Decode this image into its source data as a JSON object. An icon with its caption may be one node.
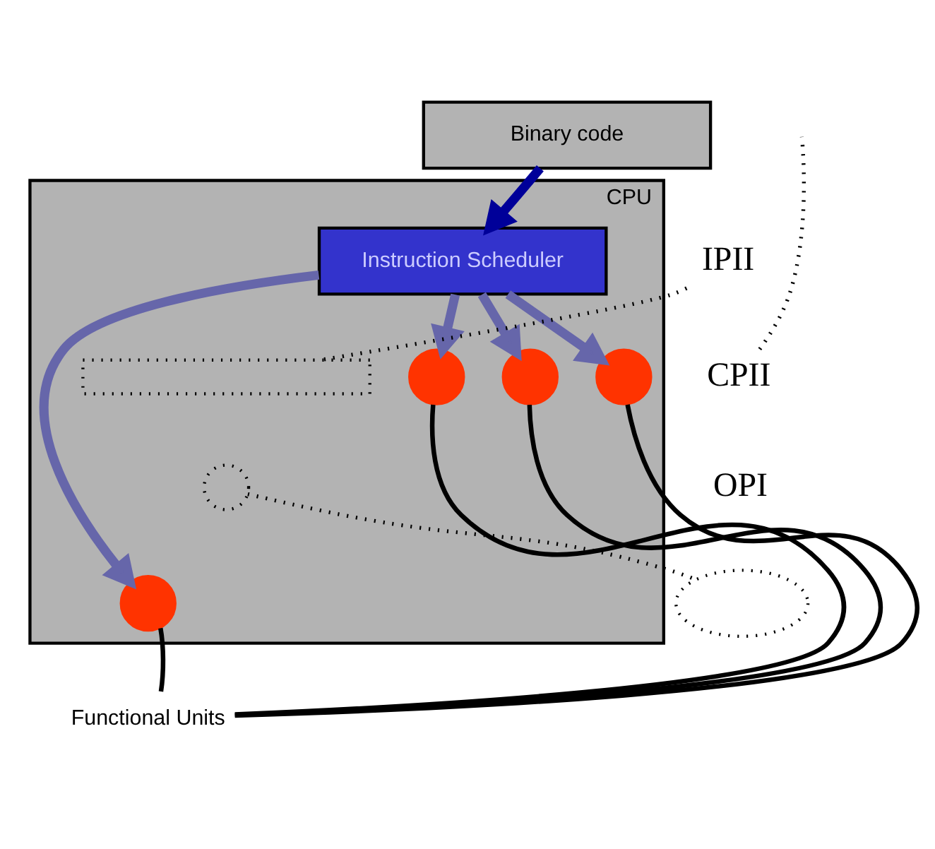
{
  "diagram": {
    "nodes": [
      {
        "text": [
          "Binary code"
        ]
      },
      {
        "text": [
          "CPU"
        ]
      },
      {
        "text": [
          "Instruction Scheduler"
        ],
        "in": 1
      },
      {
        "text": [],
        "shape": "box",
        "in": 1
      },
      {
        "text": [],
        "shape": "circle",
        "in": 1
      },
      {
        "text": [],
        "shape": "circle",
        "in": 1
      },
      {
        "text": [],
        "shape": "circle",
        "in": 1
      },
      {
        "text": [],
        "shape": "circle",
        "in": 1
      },
      {
        "text": [],
        "shape": "circle",
        "in": 1
      },
      {
        "text": [
          "Functional Units"
        ]
      },
      {
        "text": [
          "IPII"
        ]
      },
      {
        "text": [
          "CPII"
        ]
      },
      {
        "text": [
          "OPI"
        ]
      },
      {
        "text": [],
        "shape": "ellipse"
      }
    ],
    "edges": [
      {
        "from": 0,
        "to": 2,
        "arrow": "to",
        "style": "thick",
        "color": "#000099"
      },
      {
        "from": 2,
        "to": 5,
        "arrow": "to",
        "style": "thick",
        "color": "#6666aa"
      },
      {
        "from": 2,
        "to": 6,
        "arrow": "to",
        "style": "thick",
        "color": "#6666aa"
      },
      {
        "from": 2,
        "to": 7,
        "arrow": "to",
        "style": "thick",
        "color": "#6666aa"
      },
      {
        "from": 2,
        "to": 8,
        "arrow": "to",
        "style": "thick",
        "color": "#6666aa"
      },
      {
        "from": 9,
        "to": 5,
        "arrow": "none"
      },
      {
        "from": 9,
        "to": 6,
        "arrow": "none"
      },
      {
        "from": 9,
        "to": 7,
        "arrow": "none"
      },
      {
        "from": 9,
        "to": 8,
        "arrow": "none"
      },
      {
        "from": 10,
        "to": 3,
        "arrow": "none",
        "style": "dashed"
      },
      {
        "from": 11,
        "to": null,
        "arrow": "none",
        "style": "dashed"
      },
      {
        "from": 4,
        "to": 13,
        "arrow": "none",
        "style": "dashed"
      }
    ]
  }
}
